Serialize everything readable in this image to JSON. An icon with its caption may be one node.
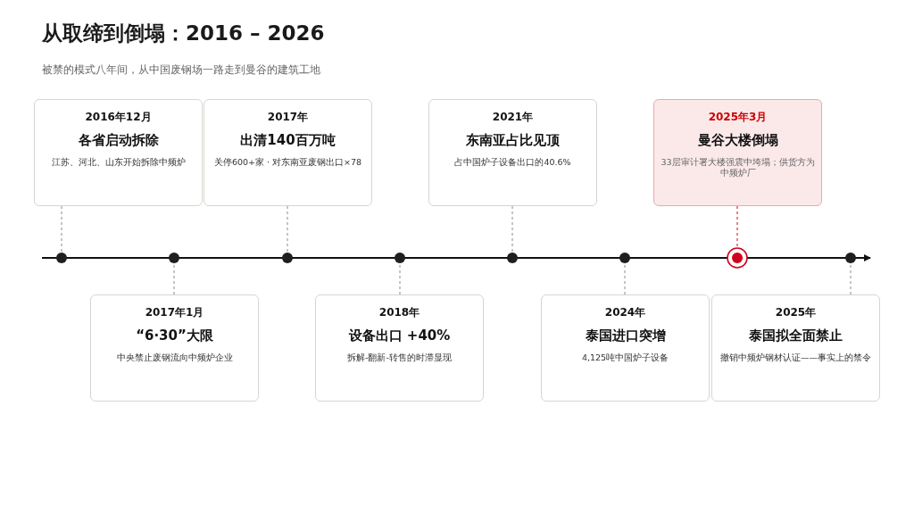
{
  "diagram": {
    "title": "从取缔到倒塌：2016 – 2026",
    "caption": "被禁的模式八年间，从中国废钢场一路走到曼谷的建筑工地",
    "nodes": [
      {
        "text": [
          "2016年12月",
          "各省启动拆除",
          "江苏、河北、山东开始拆除中频炉"
        ]
      },
      {
        "text": [
          "2017年1月",
          "“6·30”大限",
          "中央禁止废钢流向中频炉企业"
        ]
      },
      {
        "text": [
          "2017年",
          "出清140百万吨",
          "关停600+家 · 对东南亚废钢出口×78"
        ]
      },
      {
        "text": [
          "2018年",
          "设备出口 +40%",
          "拆解-翻新-转售的时滞显现"
        ]
      },
      {
        "text": [
          "2021年",
          "东南亚占比见顶",
          "占中国炉子设备出口的40.6%"
        ]
      },
      {
        "text": [
          "2024年",
          "泰国进口突增",
          "4,125吨中国炉子设备"
        ]
      },
      {
        "text": [
          "2025年3月",
          "曼谷大楼倒塌",
          "33层审计署大楼强震中垮塌；供货方为中频炉厂"
        ]
      },
      {
        "text": [
          "2025年",
          "泰国拟全面禁止",
          "撤销中频炉钢材认证——事实上的禁令"
        ]
      },
      {
        "text": [],
        "shape": "circle"
      },
      {
        "text": [],
        "shape": "circle"
      },
      {
        "text": [],
        "shape": "circle"
      },
      {
        "text": [],
        "shape": "circle"
      },
      {
        "text": [],
        "shape": "circle"
      },
      {
        "text": [],
        "shape": "circle"
      },
      {
        "text": [],
        "shape": "circle"
      },
      {
        "text": [],
        "shape": "circle"
      }
    ],
    "edges": [
      {
        "from": 0,
        "to": 8,
        "arrow": "none",
        "style": "dashed"
      },
      {
        "from": 1,
        "to": 9,
        "arrow": "none",
        "style": "dashed"
      },
      {
        "from": 2,
        "to": 10,
        "arrow": "none",
        "style": "dashed"
      },
      {
        "from": 3,
        "to": 11,
        "arrow": "none",
        "style": "dashed"
      },
      {
        "from": 4,
        "to": 12,
        "arrow": "none",
        "style": "dashed"
      },
      {
        "from": 5,
        "to": 13,
        "arrow": "none",
        "style": "dashed"
      },
      {
        "from": 6,
        "to": 14,
        "arrow": "none",
        "style": "dashed",
        "color": "#d0021b"
      },
      {
        "from": 7,
        "to": 15,
        "arrow": "none",
        "style": "dashed"
      }
    ]
  }
}
